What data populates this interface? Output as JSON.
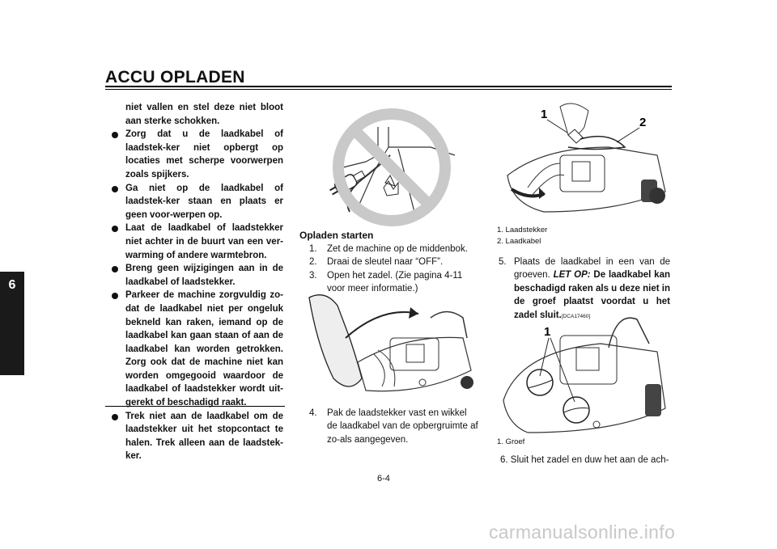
{
  "header": {
    "title": "ACCU OPLADEN",
    "chapter": "6"
  },
  "col1": {
    "intro": "niet vallen en stel deze niet bloot aan sterke schokken.",
    "bullets": [
      "Zorg dat u de laadkabel of laadstek-ker niet opbergt op locaties met scherpe voorwerpen zoals spijkers.",
      "Ga niet op de laadkabel of laadstek-ker staan en plaats er geen voor-werpen op.",
      "Laat de laadkabel of laadstekker niet achter in de buurt van een ver-warming of andere warmtebron.",
      "Breng geen wijzigingen aan in de laadkabel of laadstekker.",
      "Parkeer de machine zorgvuldig zo-dat de laadkabel niet per ongeluk bekneld kan raken, iemand op de laadkabel kan gaan staan of aan de laadkabel kan worden getrokken. Zorg ook dat de machine niet kan worden omgegooid waardoor de laadkabel of laadstekker wordt uit-gerekt of beschadigd raakt.",
      "Trek niet aan de laadkabel om de laadstekker uit het stopcontact te halen. Trek alleen aan de laadstek-ker."
    ]
  },
  "col2": {
    "heading": "Opladen starten",
    "steps": [
      {
        "num": "1.",
        "text": "Zet de machine op de middenbok."
      },
      {
        "num": "2.",
        "text": "Draai de sleutel naar “OFF”."
      },
      {
        "num": "3.",
        "text": "Open het zadel. (Zie pagina 4-11 voor meer informatie.)"
      }
    ],
    "step4": {
      "num": "4.",
      "text": "Pak de laadstekker vast en wikkel de laadkabel van de opbergruimte af zo-als aangegeven."
    }
  },
  "col3": {
    "fig1_callouts": [
      "1",
      "2"
    ],
    "fig1_caption": [
      "1.  Laadstekker",
      "2.  Laadkabel"
    ],
    "step5": {
      "num": "5.",
      "text": "Plaats de laadkabel in een van de groeven.",
      "note_label": "LET OP:",
      "note_text": "De laadkabel kan beschadigd raken als u deze niet in de groef plaatst voordat u het zadel sluit.",
      "code": "[DCA17460]"
    },
    "fig2_callout": "1",
    "fig2_caption": "1.  Groef",
    "step6": "6.  Sluit het zadel en duw het aan de ach-"
  },
  "footer": {
    "page": "6-4",
    "watermark": "carmanualsonline.info"
  }
}
